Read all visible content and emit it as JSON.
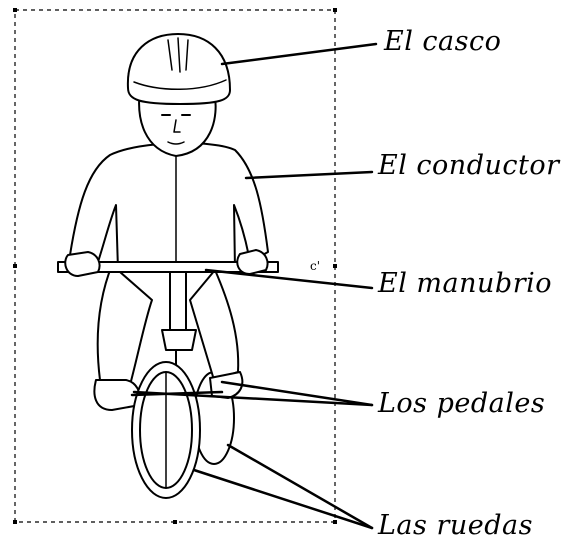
{
  "labels": {
    "casco": "El casco",
    "conductor": "El conductor",
    "manubrio": "El manubrio",
    "pedales": "Los pedales",
    "ruedas": "Las ruedas"
  },
  "handle_mark": "c'",
  "colors": {
    "ink": "#000000",
    "background": "#ffffff"
  }
}
